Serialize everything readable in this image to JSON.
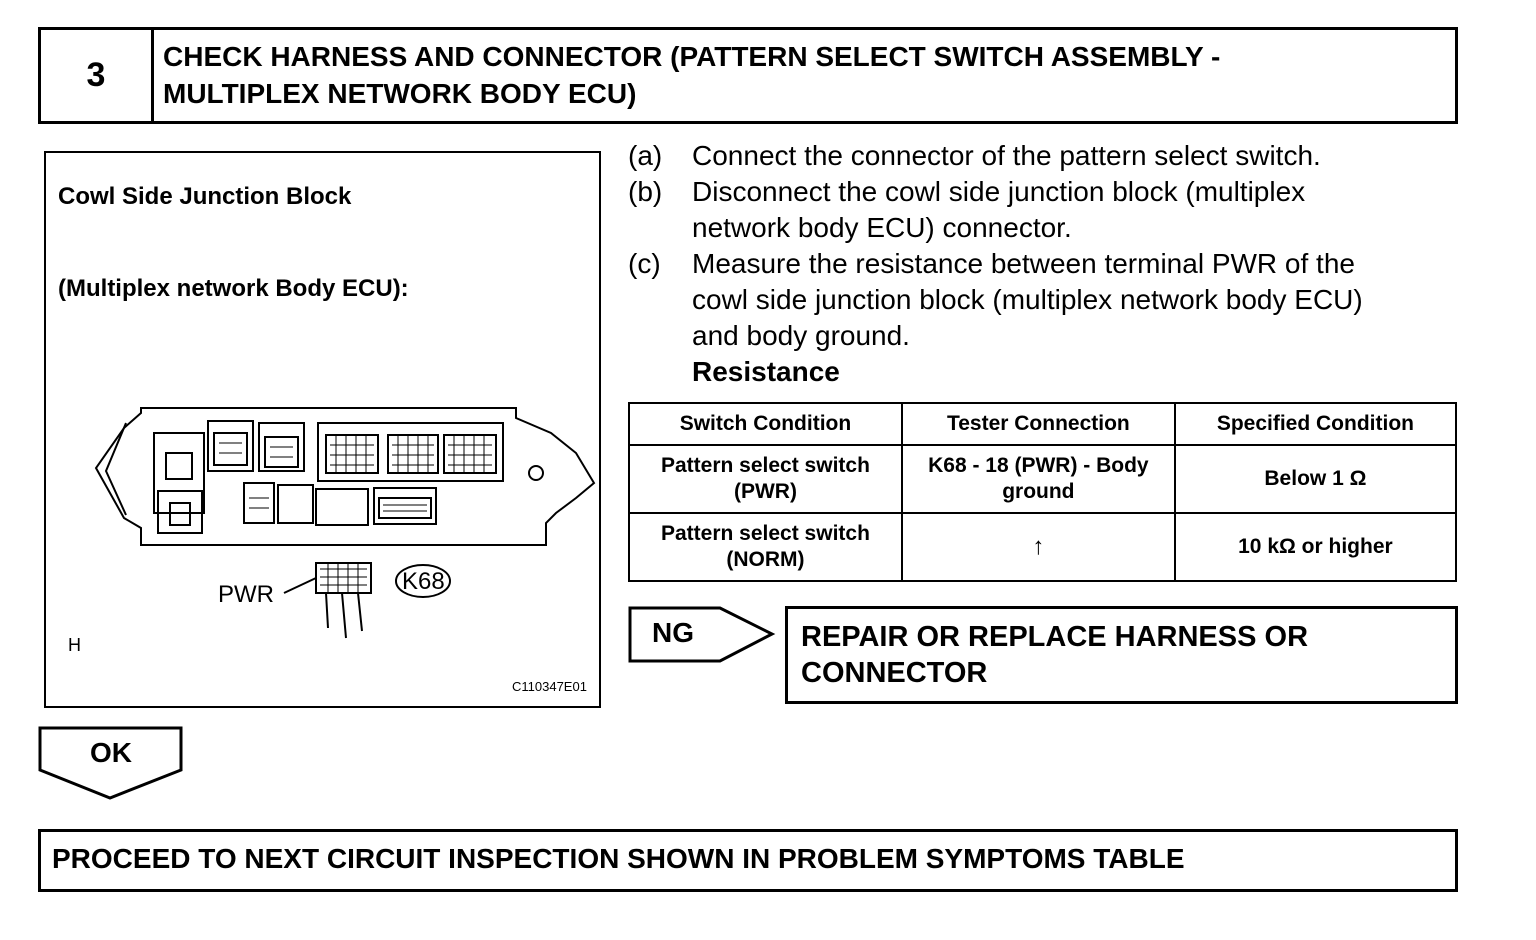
{
  "header": {
    "step_number": "3",
    "title_line1": "CHECK HARNESS AND CONNECTOR (PATTERN SELECT SWITCH ASSEMBLY -",
    "title_line2": "MULTIPLEX NETWORK BODY ECU)"
  },
  "figure": {
    "label_line1": "Cowl Side Junction Block",
    "label_line2": "(Multiplex network Body ECU):",
    "pwr_label": "PWR",
    "connector_label": "K68",
    "corner_letter": "H",
    "figure_code": "C110347E01"
  },
  "steps": [
    {
      "letter": "(a)",
      "text": "Connect the connector of the pattern select switch."
    },
    {
      "letter": "(b)",
      "text_line1": "Disconnect the cowl side junction block (multiplex",
      "text_line2": "network body ECU) connector."
    },
    {
      "letter": "(c)",
      "text_line1": "Measure the resistance between terminal PWR of the",
      "text_line2": "cowl side junction block (multiplex network body ECU)",
      "text_line3": "and body ground."
    }
  ],
  "resistance_title": "Resistance",
  "table": {
    "headers": [
      "Switch Condition",
      "Tester Connection",
      "Specified Condition"
    ],
    "rows": [
      {
        "c1_line1": "Pattern select switch",
        "c1_line2": "(PWR)",
        "c2_line1": "K68 - 18 (PWR) - Body",
        "c2_line2": "ground",
        "c3": "Below 1 Ω"
      },
      {
        "c1_line1": "Pattern select switch",
        "c1_line2": "(NORM)",
        "c2": "↑",
        "c3": "10 kΩ or higher"
      }
    ]
  },
  "ng": {
    "label": "NG",
    "result_line1": "REPAIR OR REPLACE HARNESS OR",
    "result_line2": "CONNECTOR"
  },
  "ok": {
    "label": "OK",
    "result": "PROCEED TO NEXT CIRCUIT INSPECTION SHOWN IN PROBLEM SYMPTOMS TABLE"
  }
}
